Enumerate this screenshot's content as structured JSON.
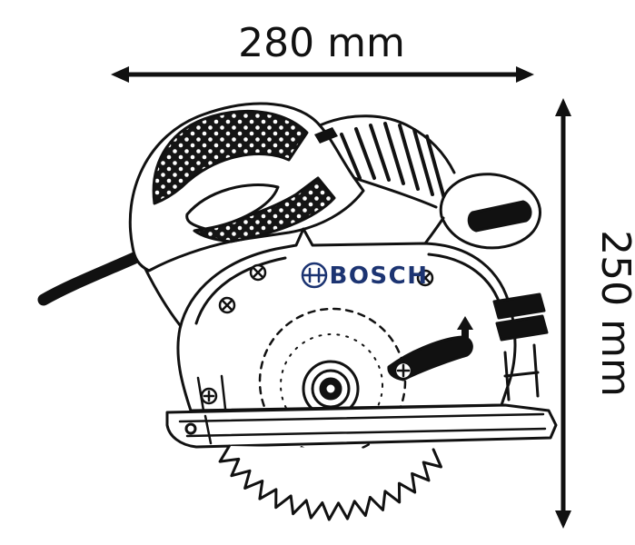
{
  "dimensions": {
    "width": {
      "label": "280 mm"
    },
    "height": {
      "label": "250 mm"
    }
  },
  "product": {
    "brand": "BOSCH"
  },
  "colors": {
    "line": "#111111",
    "background": "#ffffff",
    "brand": "#1c3472"
  }
}
